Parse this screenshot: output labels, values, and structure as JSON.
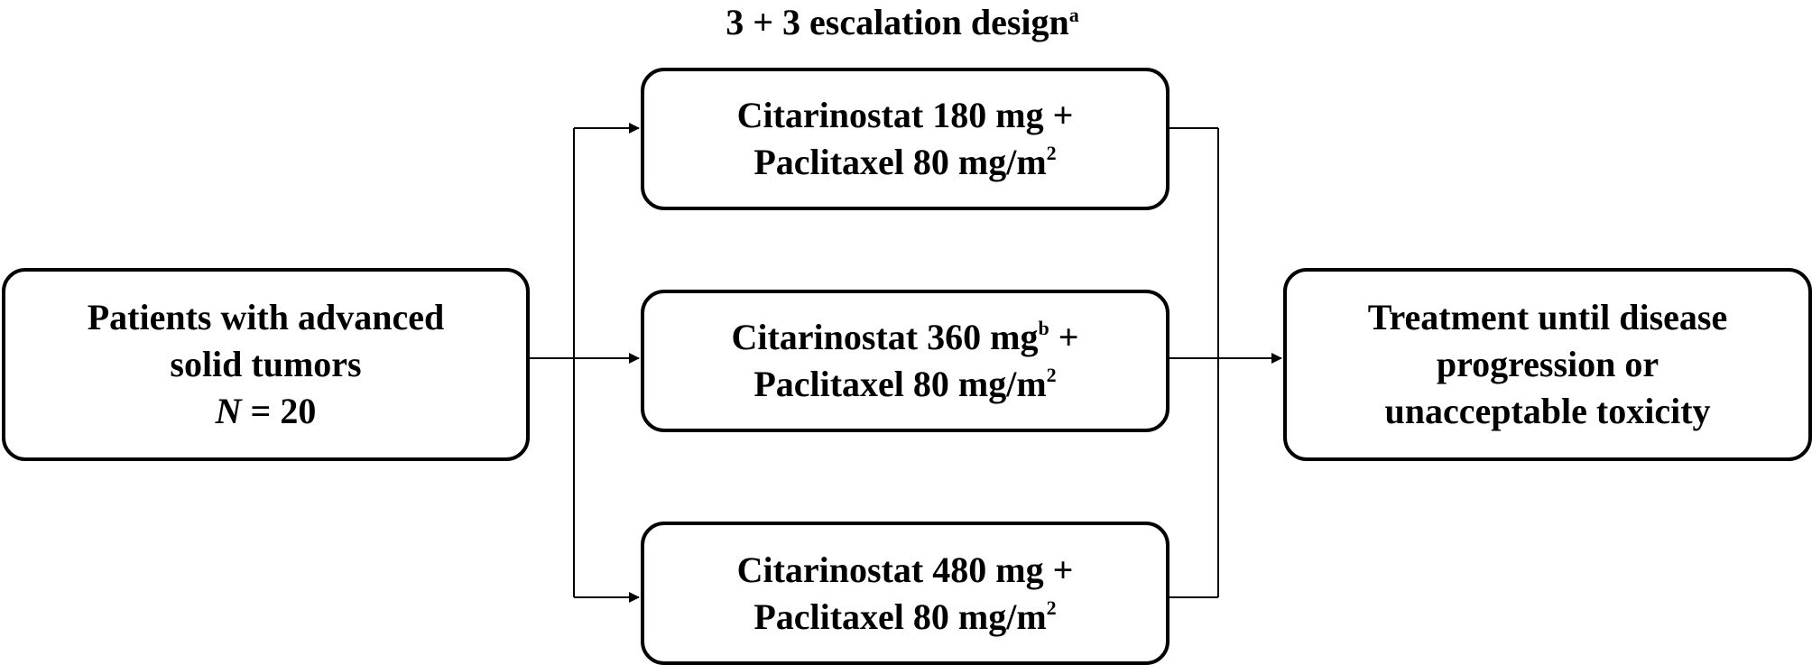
{
  "heading": {
    "text": "3 + 3 escalation design",
    "footnote_marker": "a"
  },
  "patients_box": {
    "line1": "Patients with advanced",
    "line2": "solid tumors",
    "n_label": "N",
    "n_value": " = 20"
  },
  "dose_boxes": [
    {
      "drug_text": "Citarinostat 180 mg +",
      "paclitaxel_text": "Paclitaxel 80 mg/m",
      "paclitaxel_sup": "2"
    },
    {
      "drug_text": "Citarinostat 360 mg",
      "drug_sup": "b",
      "drug_suffix": " +",
      "paclitaxel_text": "Paclitaxel 80 mg/m",
      "paclitaxel_sup": "2"
    },
    {
      "drug_text": "Citarinostat 480 mg +",
      "paclitaxel_text": "Paclitaxel 80 mg/m",
      "paclitaxel_sup": "2"
    }
  ],
  "outcome_box": {
    "line1": "Treatment until disease",
    "line2": "progression or",
    "line3": "unacceptable toxicity"
  },
  "colors": {
    "stroke": "#000000",
    "background": "#ffffff"
  }
}
